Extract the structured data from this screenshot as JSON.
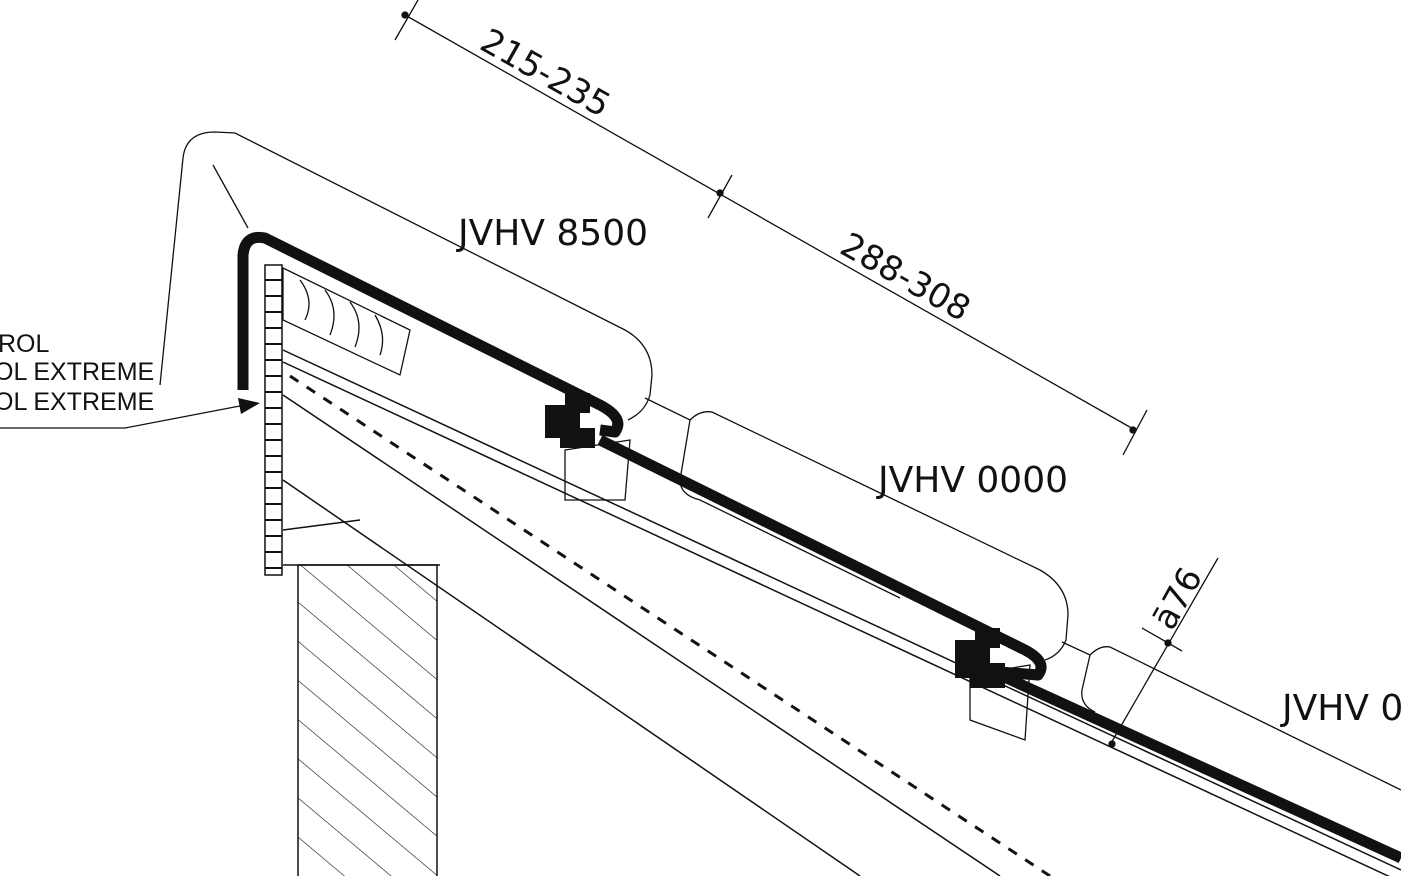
{
  "labels": {
    "ridge_tile": "JVHV 8500",
    "tile_1": "JVHV 0000",
    "tile_2": "JVHV 0"
  },
  "dimensions": {
    "upper": "215-235",
    "lower": "288-308",
    "overlap": "ā76"
  },
  "side_note": {
    "line1": "ROL",
    "line2": "OL EXTREME",
    "line3": "OL EXTREME"
  },
  "colors": {
    "ink": "#111111",
    "background": "#ffffff"
  }
}
